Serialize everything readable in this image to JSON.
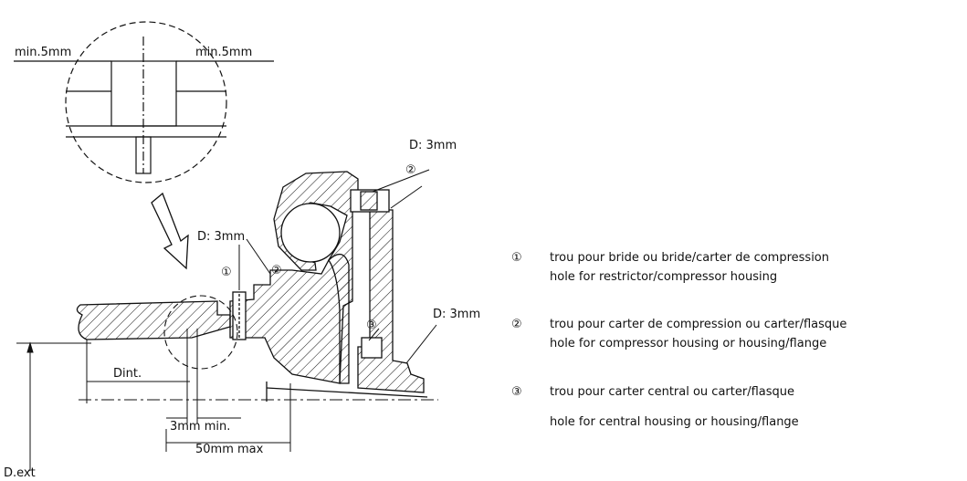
{
  "labels": {
    "min_left": "min.5mm",
    "min_right": "min.5mm",
    "d_top": "D: 3mm",
    "d_mid": "D: 3mm",
    "d_right": "D: 3mm",
    "dint": "Dint.",
    "min3": "3mm min.",
    "max50": "50mm max",
    "dext": "D.ext",
    "callout1": "①",
    "callout2a": "②",
    "callout2b": "②",
    "callout3": "③"
  },
  "legend": [
    {
      "num": "①",
      "fr": "trou pour bride ou bride/carter de compression",
      "en": "hole for restrictor/compressor housing"
    },
    {
      "num": "②",
      "fr": "trou pour carter de compression ou carter/flasque",
      "en": "hole for compressor housing or housing/flange"
    },
    {
      "num": "③",
      "fr": "trou pour carter central ou carter/flasque",
      "en": "hole for central housing or housing/flange"
    }
  ]
}
